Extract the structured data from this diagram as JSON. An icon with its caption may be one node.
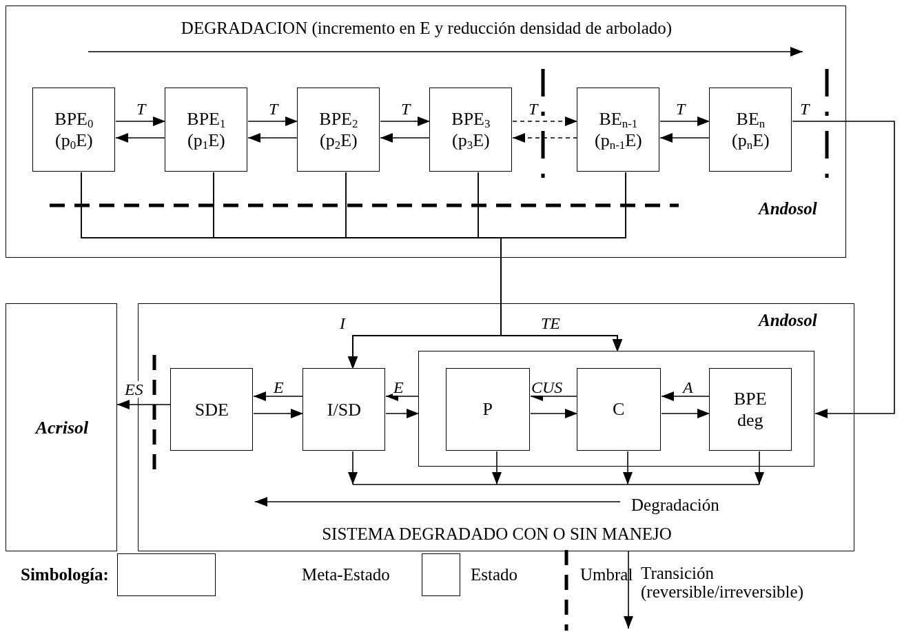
{
  "diagram": {
    "nodes": [
      {
        "text": [
          "DEGRADACION (incremento en E y reducción densidad de arbolado)",
          "Andosol"
        ]
      },
      {
        "text": [
          "BPE$_{0}$",
          "(p$_{0}$E)"
        ],
        "in": 0
      },
      {
        "text": [
          "BPE$_{1}$",
          "(p$_{1}$E)"
        ],
        "in": 0
      },
      {
        "text": [
          "BPE$_{2}$",
          "(p$_{2}$E)"
        ],
        "in": 0
      },
      {
        "text": [
          "BPE$_{3}$",
          "(p$_{3}$E)"
        ],
        "in": 0
      },
      {
        "text": [
          "BE$_{n-1}$",
          "(p$_{n-1}$E)"
        ],
        "in": 0
      },
      {
        "text": [
          "BE$_{n}$",
          "(p$_{n}$E)"
        ],
        "in": 0
      },
      {
        "text": [
          "Acrisol"
        ]
      },
      {
        "text": [
          "Andosol",
          "Degradación",
          "SISTEMA DEGRADADO CON O SIN MANEJO"
        ]
      },
      {
        "text": [
          "SDE"
        ],
        "in": 8
      },
      {
        "text": [
          "I/SD"
        ],
        "in": 8
      },
      {
        "text": [],
        "shape": "box",
        "in": 8
      },
      {
        "text": [
          "P"
        ],
        "in": 11
      },
      {
        "text": [
          "C"
        ],
        "in": 11
      },
      {
        "text": [
          "BPE deg"
        ],
        "in": 11
      }
    ],
    "edges": [
      {
        "from": 1,
        "to": 2,
        "arrow": "to",
        "label": "T"
      },
      {
        "from": 2,
        "to": 1,
        "arrow": "to"
      },
      {
        "from": 2,
        "to": 3,
        "arrow": "to",
        "label": "T"
      },
      {
        "from": 3,
        "to": 2,
        "arrow": "to"
      },
      {
        "from": 3,
        "to": 4,
        "arrow": "to",
        "label": "T"
      },
      {
        "from": 4,
        "to": 3,
        "arrow": "to"
      },
      {
        "from": 4,
        "to": 5,
        "arrow": "to",
        "label": "T",
        "style": "dashed"
      },
      {
        "from": 5,
        "to": 4,
        "arrow": "to",
        "style": "dashed"
      },
      {
        "from": 5,
        "to": 6,
        "arrow": "to",
        "label": "T"
      },
      {
        "from": 6,
        "to": 5,
        "arrow": "to"
      },
      {
        "from": 6,
        "to": 11,
        "arrow": "to",
        "label": "T"
      },
      {
        "from": 1,
        "to": 10,
        "arrow": "to",
        "label": "I"
      },
      {
        "from": 2,
        "to": 10,
        "arrow": "to"
      },
      {
        "from": 3,
        "to": 10,
        "arrow": "to"
      },
      {
        "from": 4,
        "to": 10,
        "arrow": "to"
      },
      {
        "from": 5,
        "to": 10,
        "arrow": "to"
      },
      {
        "from": 1,
        "to": 11,
        "arrow": "to",
        "label": "TE"
      },
      {
        "from": 2,
        "to": 11,
        "arrow": "to"
      },
      {
        "from": 3,
        "to": 11,
        "arrow": "to"
      },
      {
        "from": 4,
        "to": 11,
        "arrow": "to"
      },
      {
        "from": 5,
        "to": 11,
        "arrow": "to"
      },
      {
        "from": 10,
        "to": 9,
        "arrow": "to",
        "label": "E"
      },
      {
        "from": 9,
        "to": 10,
        "arrow": "to"
      },
      {
        "from": 11,
        "to": 10,
        "arrow": "to",
        "label": "E"
      },
      {
        "from": 10,
        "to": 11,
        "arrow": "to"
      },
      {
        "from": 13,
        "to": 12,
        "arrow": "to",
        "label": "CUS"
      },
      {
        "from": 12,
        "to": 13,
        "arrow": "to"
      },
      {
        "from": 14,
        "to": 13,
        "arrow": "to",
        "label": "A"
      },
      {
        "from": 13,
        "to": 14,
        "arrow": "to"
      },
      {
        "from": 9,
        "to": 7,
        "arrow": "to",
        "label": "ES"
      },
      {
        "from": 10,
        "to": null,
        "arrow": "to"
      },
      {
        "from": 12,
        "to": null,
        "arrow": "to"
      },
      {
        "from": 13,
        "to": null,
        "arrow": "to"
      },
      {
        "from": 14,
        "to": null,
        "arrow": "to"
      }
    ],
    "labels": [
      "Simbología:"
    ],
    "legend": [
      {
        "text": "Meta-Estado"
      },
      {
        "text": "Estado"
      },
      {
        "text": "Umbral"
      },
      {
        "text": "Transición (reversible/irreversible)"
      }
    ]
  }
}
